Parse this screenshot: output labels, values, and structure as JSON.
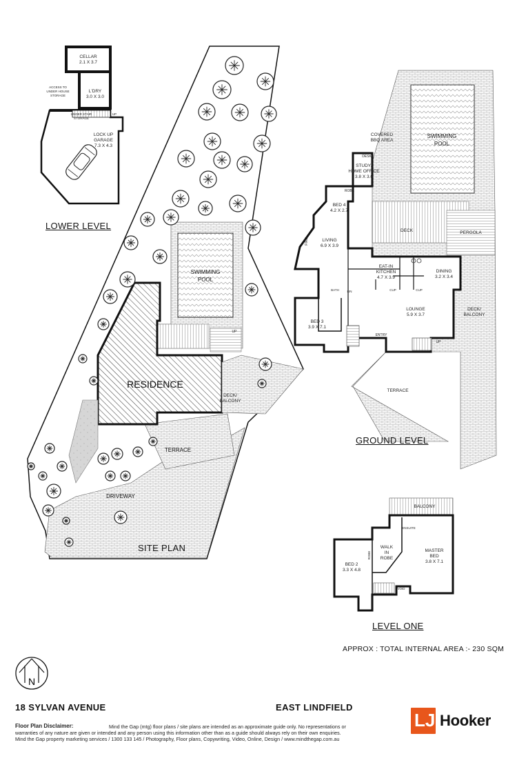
{
  "titles": {
    "lower_level": "LOWER LEVEL",
    "site_plan": "SITE PLAN",
    "ground_level": "GROUND LEVEL",
    "level_one": "LEVEL ONE"
  },
  "area": "APPROX : TOTAL INTERNAL AREA :- 230 SQM",
  "address": {
    "street": "18 SYLVAN AVENUE",
    "suburb": "EAST LINDFIELD"
  },
  "disclaimer": {
    "heading": "Floor Plan Disclaimer:",
    "line1": "Mind the Gap (mtg) floor plans / site plans are intended as an approximate guide only. No representations or",
    "line2": "warranties of any nature are given or intended and any person using this information other than as a guide should always rely on their own enquiries.",
    "line3": "Mind the Gap property marketing services / 1300 133 145 / Photography, Floor plans, Copywriting, Video, Online, Design / www.mindthegap.com.au"
  },
  "brand": {
    "mark": "LJ",
    "name": "Hooker",
    "color": "#e8561b"
  },
  "north_label": "N",
  "lower": {
    "cellar": "CELLAR",
    "cellar_dim": "2.1 X 3.7",
    "ldry": "L'DRY",
    "ldry_dim": "3.0 X 3.0",
    "access1": "ACCESS TO",
    "access2": "UNDER HOUSE",
    "access3": "STORAGE",
    "under1": "UNDER STAIR",
    "under2": "STORAGE",
    "garage1": "LOCK UP",
    "garage2": "GARAGE",
    "garage_dim": "7.3 X 4.3",
    "up": "UP"
  },
  "site": {
    "pool1": "SWIMMING",
    "pool2": "POOL",
    "residence": "RESIDENCE",
    "deck1": "DECK/",
    "deck2": "BALCONY",
    "terrace": "TERRACE",
    "driveway": "DRIVEWAY",
    "up": "UP"
  },
  "ground": {
    "pool1": "SWIMMING",
    "pool2": "POOL",
    "covered1": "COVERED",
    "covered2": "BBQ AREA",
    "desk": "DESK",
    "study1": "STUDY/",
    "study2": "HOME OFFICE",
    "study_dim": "3.8 X 3.0",
    "robe": "ROBE",
    "bed4": "BED 4",
    "bed4_dim": "4.2 X 2.7",
    "deck": "DECK",
    "pergola": "PERGOLA",
    "fire": "FIRE",
    "living": "LIVING",
    "living_dim": "6.9 X 3.9",
    "eatin1": "EAT-IN",
    "eatin2": "KITCHEN",
    "eatin_dim": "4.7 X 3.9",
    "dining": "DINING",
    "dining_dim": "3.2 X 3.4",
    "cup": "CUP",
    "bath": "BATH",
    "linen": "LIN",
    "lounge": "LOUNGE",
    "lounge_dim": "5.9 X 3.7",
    "deck_b1": "DECK/",
    "deck_b2": "BALCONY",
    "bed3": "BED 3",
    "bed3_dim": "3.9 X 7.1",
    "entry": "ENTRY",
    "terrace": "TERRACE",
    "up": "UP"
  },
  "level_one": {
    "balcony": "BALCONY",
    "ensuite": "ENSUITE",
    "walk1": "WALK",
    "walk2": "IN",
    "walk3": "ROBE",
    "bed2": "BED 2",
    "bed2_dim": "3.3 X 4.8",
    "master1": "MASTER",
    "master2": "BED",
    "master_dim": "3.8 X 7.1",
    "void": "VOID",
    "robe": "ROBE"
  }
}
